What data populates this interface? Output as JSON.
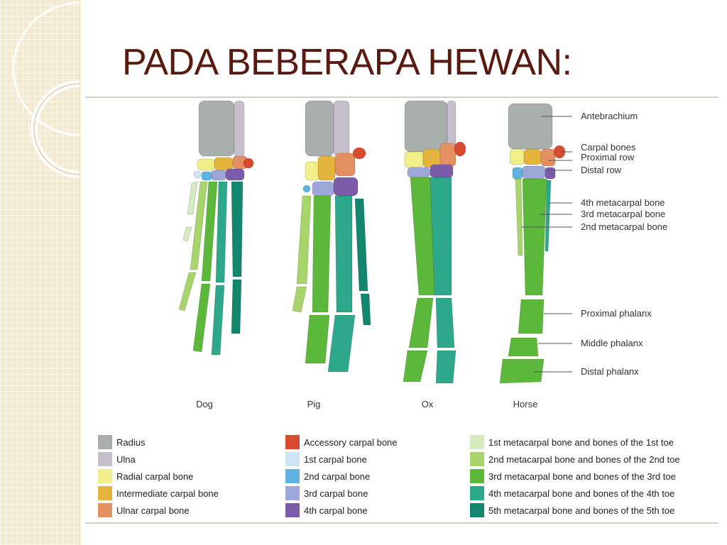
{
  "slide": {
    "title": "PADA BEBERAPA HEWAN:"
  },
  "colors": {
    "title": "#5a1a10",
    "radius": "#a9afad",
    "ulna": "#c5bfcc",
    "radial_carpal": "#f0ef8a",
    "intermediate_carpal": "#e4b43c",
    "ulnar_carpal": "#e59060",
    "accessory_carpal": "#d94b31",
    "carpal_1": "#cce6f3",
    "carpal_2": "#5fb3e0",
    "carpal_3": "#9ea8d8",
    "carpal_4": "#7c5ca8",
    "meta_1": "#d4ecc0",
    "meta_2": "#a8d46c",
    "meta_3": "#5cb83a",
    "meta_4": "#2ea88a",
    "meta_5": "#12876e"
  },
  "diagram": {
    "species": [
      {
        "label": "Dog"
      },
      {
        "label": "Pig"
      },
      {
        "label": "Ox"
      },
      {
        "label": "Horse"
      }
    ],
    "callouts": [
      "Antebrachium",
      "Carpal bones",
      "Proximal row",
      "Distal row",
      "4th metacarpal bone",
      "3rd metacarpal bone",
      "2nd metacarpal bone",
      "Proximal phalanx",
      "Middle phalanx",
      "Distal phalanx"
    ]
  },
  "legend": [
    {
      "label": "Radius",
      "color": "#a9afad"
    },
    {
      "label": "Ulna",
      "color": "#c5bfcc"
    },
    {
      "label": "Radial carpal bone",
      "color": "#f0ef8a"
    },
    {
      "label": "Intermediate carpal bone",
      "color": "#e4b43c"
    },
    {
      "label": "Ulnar carpal bone",
      "color": "#e59060"
    },
    {
      "label": "Accessory carpal bone",
      "color": "#d94b31"
    },
    {
      "label": "1st carpal bone",
      "color": "#cce6f3"
    },
    {
      "label": "2nd carpal bone",
      "color": "#5fb3e0"
    },
    {
      "label": "3rd carpal bone",
      "color": "#9ea8d8"
    },
    {
      "label": "4th carpal bone",
      "color": "#7c5ca8"
    },
    {
      "label": "1st metacarpal bone and bones of the 1st toe",
      "color": "#d4ecc0"
    },
    {
      "label": "2nd metacarpal bone and bones of the 2nd toe",
      "color": "#a8d46c"
    },
    {
      "label": "3rd metacarpal bone and bones of the 3rd toe",
      "color": "#5cb83a"
    },
    {
      "label": "4th metacarpal bone and bones of the 4th toe",
      "color": "#2ea88a"
    },
    {
      "label": "5th metacarpal bone and bones of the 5th toe",
      "color": "#12876e"
    }
  ]
}
